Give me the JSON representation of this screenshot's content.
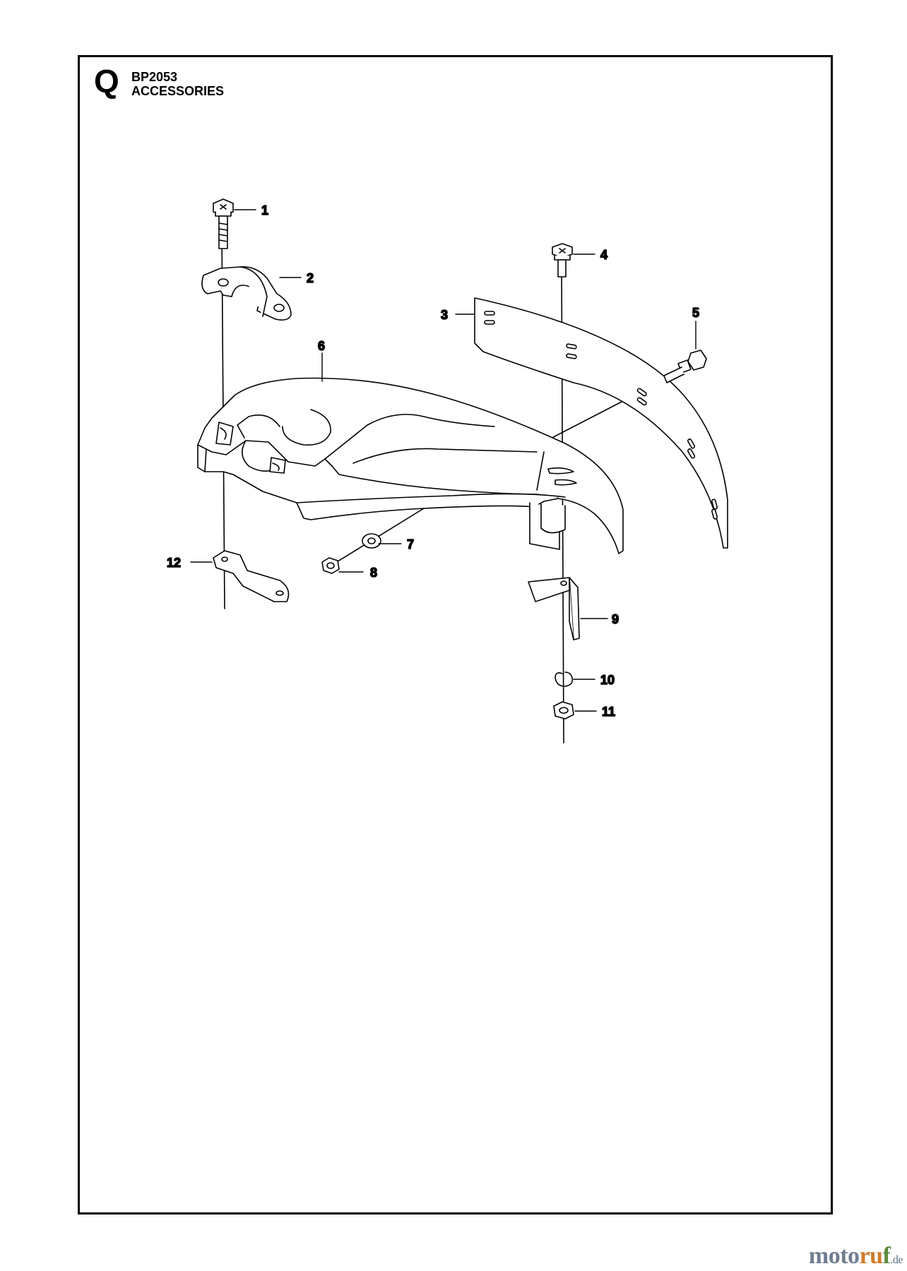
{
  "header": {
    "section_letter": "Q",
    "model": "BP2053",
    "title": "ACCESSORIES"
  },
  "callouts": [
    {
      "id": "1",
      "label": "1"
    },
    {
      "id": "2",
      "label": "2"
    },
    {
      "id": "3",
      "label": "3"
    },
    {
      "id": "4",
      "label": "4"
    },
    {
      "id": "5",
      "label": "5"
    },
    {
      "id": "6",
      "label": "6"
    },
    {
      "id": "7",
      "label": "7"
    },
    {
      "id": "8",
      "label": "8"
    },
    {
      "id": "9",
      "label": "9"
    },
    {
      "id": "10",
      "label": "10"
    },
    {
      "id": "11",
      "label": "11"
    },
    {
      "id": "12",
      "label": "12"
    }
  ],
  "watermark": {
    "brand_a": "moto",
    "brand_b": "ru",
    "brand_c": "f",
    "suffix": ".de"
  },
  "colors": {
    "line": "#000000",
    "background": "#ffffff",
    "watermark_gray": "#6e7e8f",
    "watermark_orange": "#d07a2a",
    "watermark_green": "#5a8a3a"
  }
}
